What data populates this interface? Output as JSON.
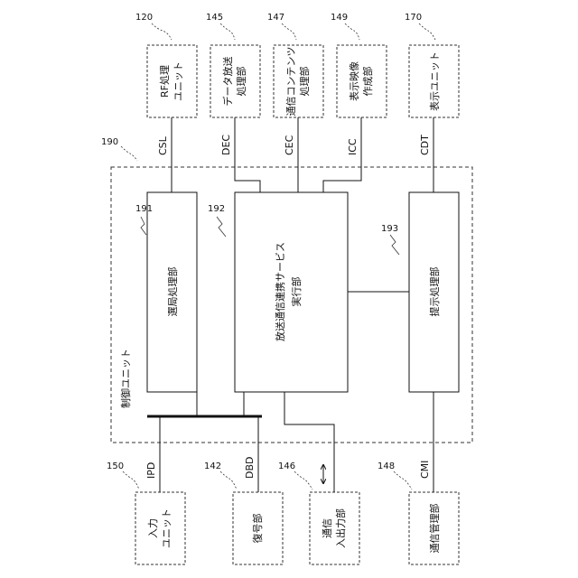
{
  "figure": {
    "reference_numbers": {
      "control_unit": "190",
      "channel_processing": "191",
      "broadcast_comm_service": "192",
      "presentation_processing": "193",
      "rf_unit": "120",
      "data_broadcast_processing": "145",
      "comm_content_processing": "147",
      "display_video_creation": "149",
      "display_unit": "170",
      "input_unit": "150",
      "decoding_unit": "142",
      "comm_io_unit": "146",
      "comm_management_unit": "148"
    },
    "blocks": {
      "control_unit": "制御ユニット",
      "channel_processing": "選局処理部",
      "broadcast_comm_service_1": "放送通信連携サービス",
      "broadcast_comm_service_2": "実行部",
      "presentation_processing": "提示処理部",
      "rf_unit_1": "RF処理",
      "rf_unit_2": "ユニット",
      "data_broadcast_1": "データ放送",
      "data_broadcast_2": "処理部",
      "comm_content_1": "通信コンテンツ",
      "comm_content_2": "処理部",
      "display_video_1": "表示映像",
      "display_video_2": "作成部",
      "display_unit": "表示ユニット",
      "input_unit_1": "入力",
      "input_unit_2": "ユニット",
      "decoding_unit": "復号部",
      "comm_io_1": "通信",
      "comm_io_2": "入出力部",
      "comm_management": "通信管理部"
    },
    "signals": {
      "csl": "CSL",
      "dec": "DEC",
      "cec": "CEC",
      "icc": "ICC",
      "cdt": "CDT",
      "ipd": "IPD",
      "dbd": "DBD",
      "cmi": "CMI"
    },
    "bidirectional_arrow": "↔"
  }
}
